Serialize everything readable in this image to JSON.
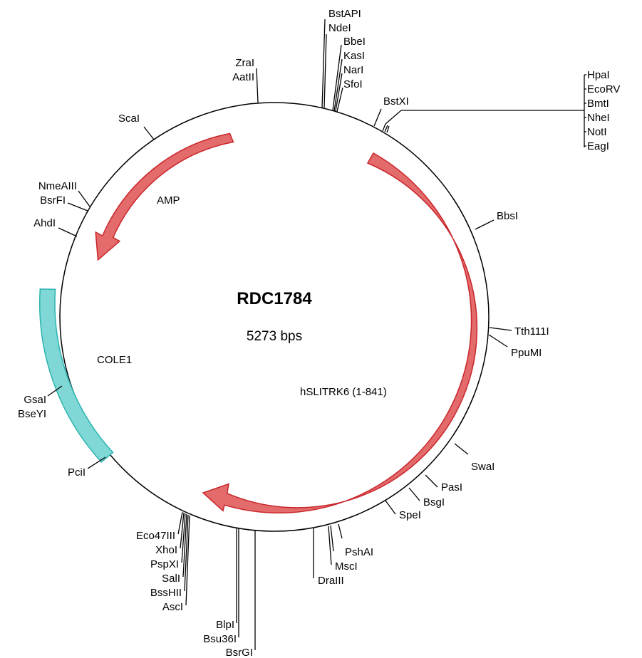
{
  "plasmid": {
    "name": "RDC1784",
    "size_label": "5273 bps"
  },
  "features": {
    "amp": {
      "label": "AMP",
      "color": "#e46b6b",
      "stroke": "#c8262b"
    },
    "hslitrk6": {
      "label": "hSLITRK6 (1-841)",
      "color": "#e46b6b",
      "stroke": "#c8262b"
    },
    "cole1": {
      "label": "COLE1",
      "color": "#7fd8d5",
      "stroke": "#2bb3b0"
    }
  },
  "sites": {
    "top": [
      "BstAPI",
      "NdeI",
      "BbeI",
      "KasI",
      "NarI",
      "SfoI"
    ],
    "zra": [
      "ZraI",
      "AatII"
    ],
    "sca": [
      "ScaI"
    ],
    "nme": [
      "NmeAIII",
      "BsrFI"
    ],
    "ahd": [
      "AhdI"
    ],
    "gsa": [
      "GsaI",
      "BseYI"
    ],
    "pci": [
      "PciI"
    ],
    "eco47": [
      "Eco47III",
      "XhoI",
      "PspXI",
      "SalI",
      "BssHII",
      "AscI"
    ],
    "blp": [
      "BlpI",
      "Bsu36I",
      "BsrGI"
    ],
    "dra": [
      "PshAI",
      "MscI",
      "DraIII"
    ],
    "spe": [
      "SpeI"
    ],
    "bsg": [
      "BsgI"
    ],
    "pas": [
      "PasI"
    ],
    "swa": [
      "SwaI"
    ],
    "tth": [
      "Tth111I",
      "PpuMI"
    ],
    "bbs": [
      "BbsI"
    ],
    "bstx": [
      "BstXI"
    ],
    "hpa": [
      "HpaI",
      "EcoRV",
      "BmtI",
      "NheI",
      "NotI",
      "EagI"
    ]
  }
}
